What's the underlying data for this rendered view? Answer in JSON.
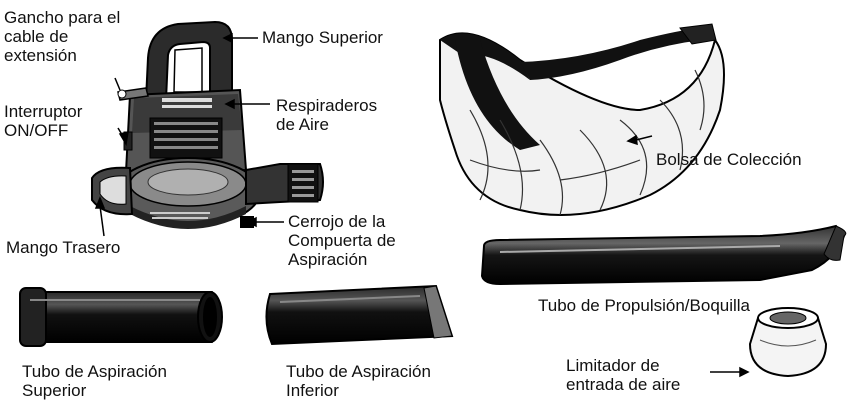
{
  "labels": {
    "gancho": [
      "Gancho para el",
      "cable   de",
      "extensión"
    ],
    "mango_superior": "Mango Superior",
    "interruptor": [
      "Interruptor",
      "ON/OFF"
    ],
    "respiraderos": [
      "Respiraderos",
      "de Aire"
    ],
    "bolsa": "Bolsa de Colección",
    "mango_trasero": "Mango Trasero",
    "cerrojo": [
      "Cerrojo de la",
      "Compuerta de",
      "Aspiración"
    ],
    "tubo_propulsion": "Tubo de Propulsión/Boquilla",
    "tubo_asp_superior": [
      "Tubo de Aspiración",
      "Superior"
    ],
    "tubo_asp_inferior": [
      "Tubo de Aspiración",
      "Inferior"
    ],
    "limitador": [
      "Limitador de",
      "entrada de aire"
    ]
  },
  "icons": [
    "blower-unit-illustration",
    "collection-bag-illustration",
    "blower-tube-nozzle-illustration",
    "upper-vacuum-tube-illustration",
    "lower-vacuum-tube-illustration",
    "air-inlet-limiter-illustration"
  ]
}
